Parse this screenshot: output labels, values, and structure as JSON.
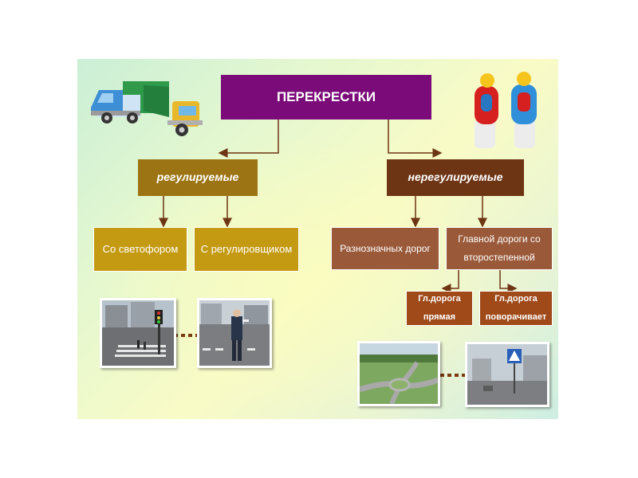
{
  "diagram": {
    "title": "ПЕРЕКРЕСТКИ",
    "regulated": {
      "label": "регулируемые",
      "children": [
        "Со светофором",
        "С регулировщиком"
      ]
    },
    "unregulated": {
      "label": "нерегулируемые",
      "children": [
        "Разнозначных дорог",
        "Главной дороги со второстепенной"
      ],
      "main_road_children": [
        "Гл.дорога прямая",
        "Гл.дорога поворачивает"
      ]
    }
  },
  "colors": {
    "title_bg": "#7a0b79",
    "regulated_bg": "#9c7413",
    "unregulated_bg": "#6e3514",
    "regulated_child_bg": "#c49a12",
    "unregulated_child_bg": "#9a5a3a",
    "main_road_child_bg": "#a04a1a",
    "connector": "#6e3514",
    "dotted_link": "#7a3a12"
  },
  "images": {
    "top_left": "truck-illustration",
    "top_right": "pedestrians-illustration",
    "photo_1": "traffic-light-crosswalk-photo",
    "photo_2": "traffic-officer-photo",
    "photo_3": "roundabout-aerial-photo",
    "photo_4": "main-road-sign-photo"
  }
}
